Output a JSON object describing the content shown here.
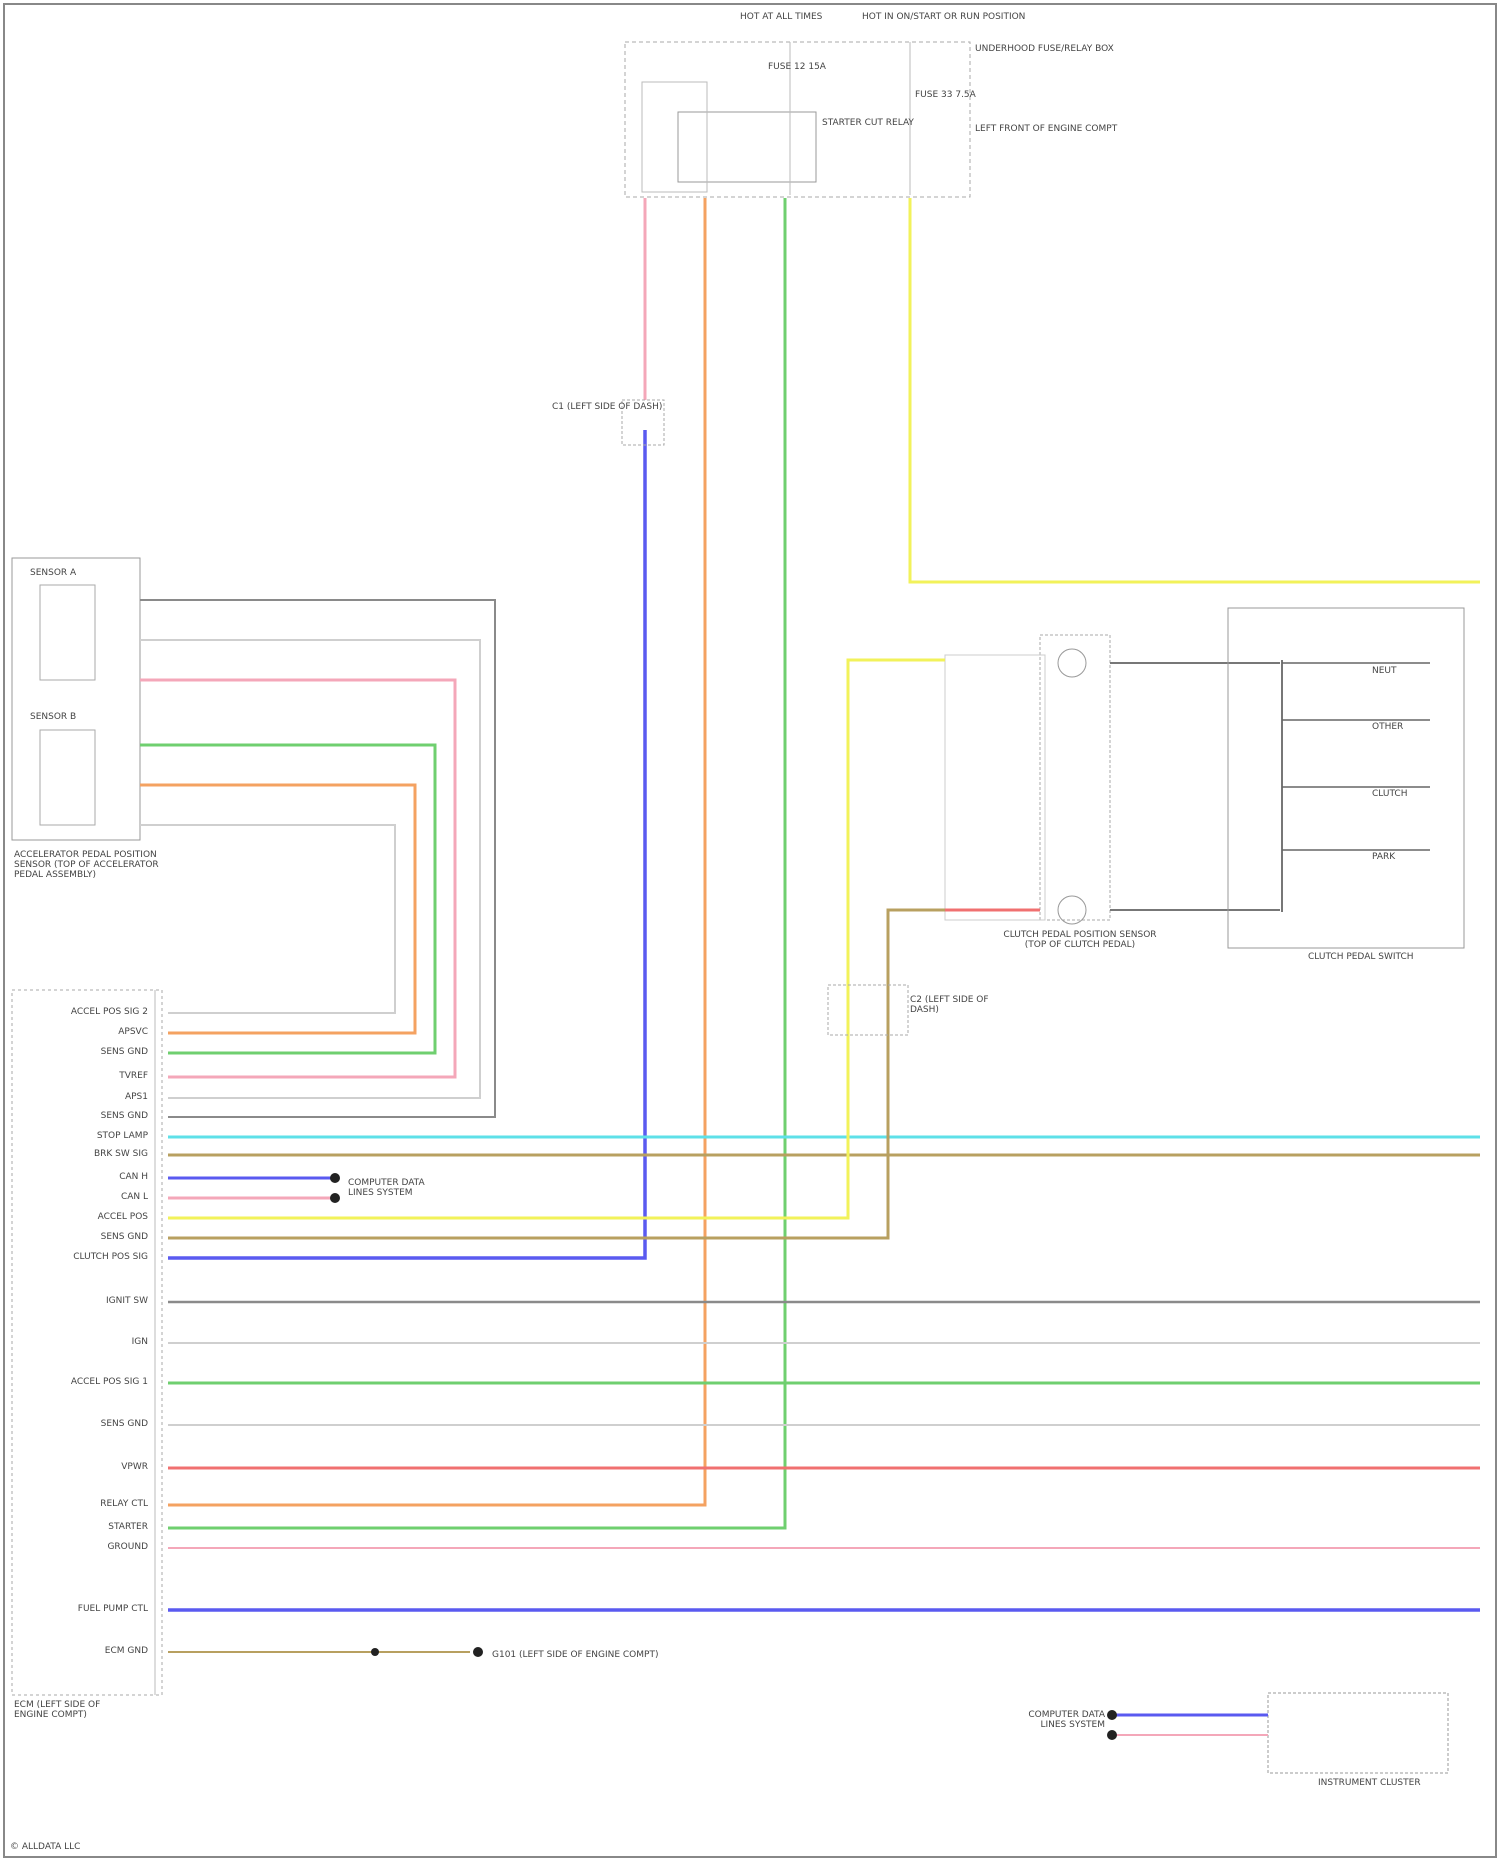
{
  "top_headers": {
    "h1": "HOT AT ALL TIMES",
    "h2": "HOT IN ON/START OR RUN POSITION"
  },
  "relay_box": {
    "fuse_label": "FUSE 12 15A",
    "relay_label": "STARTER CUT RELAY",
    "note": "UNDERHOOD FUSE/RELAY BOX",
    "note2": "LEFT FRONT OF ENGINE COMPT",
    "fuse2": "FUSE 33 7.5A"
  },
  "connector_top": {
    "label": "C1 (LEFT SIDE OF DASH)"
  },
  "left_box": {
    "title_a": "SENSOR A",
    "title_b": "SENSOR B",
    "caption": "ACCELERATOR PEDAL POSITION SENSOR (TOP OF ACCELERATOR PEDAL ASSEMBLY)"
  },
  "ecm": {
    "caption": "ECM (LEFT SIDE OF ENGINE COMPT)",
    "pins": [
      "ACCEL POS SIG 2",
      "APSVC",
      "SENS GND",
      "TVREF",
      "APS1",
      "SENS GND",
      "STOP LAMP",
      "BRK SW SIG",
      "CAN H",
      "CAN L",
      "ACCEL POS",
      "SENS GND",
      "CLUTCH POS SIG",
      "IGNIT SW",
      "IGN",
      "ACCEL POS SIG 1",
      "SENS GND",
      "VPWR",
      "RELAY CTL",
      "STARTER",
      "GROUND",
      "FUEL PUMP CTL",
      "ECM GND"
    ]
  },
  "clutch": {
    "label": "CLUTCH PEDAL POSITION SENSOR (TOP OF CLUTCH PEDAL)",
    "switch_label": "CLUTCH PEDAL SWITCH",
    "switches": [
      "NEUT",
      "OTHER",
      "CLUTCH",
      "PARK"
    ],
    "connector": "C2 (LEFT SIDE OF DASH)"
  },
  "computer_data_lines": {
    "label": "COMPUTER DATA LINES SYSTEM",
    "ground_note": "G101 (LEFT SIDE OF ENGINE COMPT)"
  },
  "footer": {
    "bottom_label": "COMPUTER DATA LINES SYSTEM",
    "instrument_cluster": "INSTRUMENT CLUSTER",
    "credit": "© ALLDATA LLC"
  },
  "wire_colors": {
    "pink": "#f4a7b9",
    "orange": "#f4a261",
    "green": "#6fcf6f",
    "yellow": "#f2f25a",
    "blue": "#5a5af0",
    "gray": "#8a8a8a",
    "tan": "#b8a060",
    "cyan": "#5ee0e8",
    "red": "#f07070",
    "lightgray": "#cfcfcf"
  }
}
